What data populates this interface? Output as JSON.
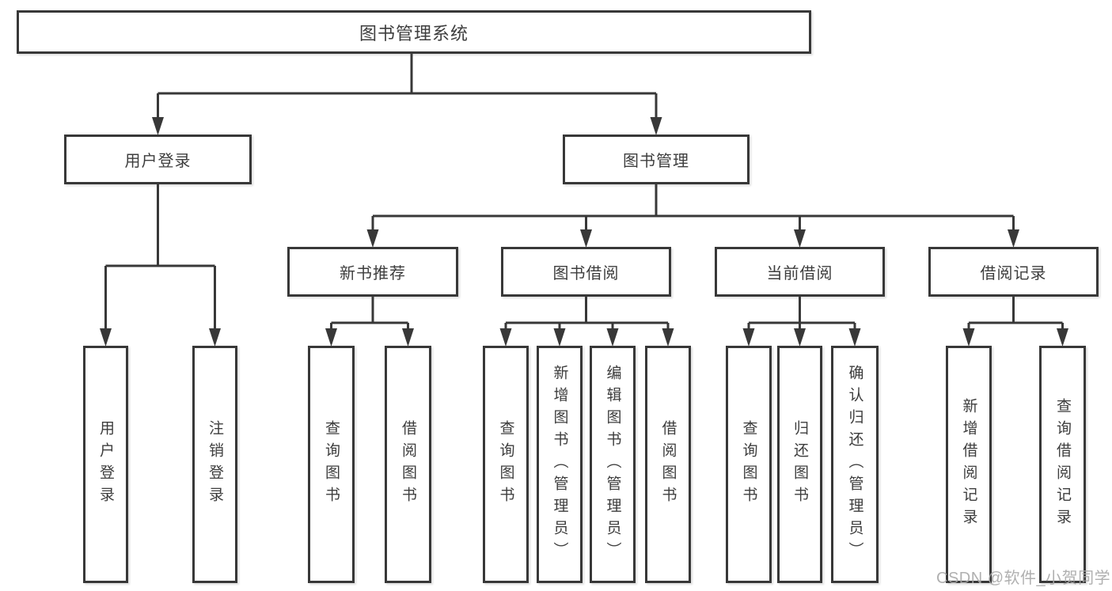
{
  "tree": {
    "root": {
      "label": "图书管理系统"
    },
    "branches": [
      {
        "label": "用户登录",
        "children": [
          {
            "label": "用户登录"
          },
          {
            "label": "注销登录"
          }
        ]
      },
      {
        "label": "图书管理",
        "children": [
          {
            "label": "新书推荐",
            "children": [
              {
                "label": "查询图书"
              },
              {
                "label": "借阅图书"
              }
            ]
          },
          {
            "label": "图书借阅",
            "children": [
              {
                "label": "查询图书"
              },
              {
                "label": "新增图书（管理员）"
              },
              {
                "label": "编辑图书（管理员）"
              },
              {
                "label": "借阅图书"
              }
            ]
          },
          {
            "label": "当前借阅",
            "children": [
              {
                "label": "查询图书"
              },
              {
                "label": "归还图书"
              },
              {
                "label": "确认归还（管理员）"
              }
            ]
          },
          {
            "label": "借阅记录",
            "children": [
              {
                "label": "新增借阅记录"
              },
              {
                "label": "查询借阅记录"
              }
            ]
          }
        ]
      }
    ]
  },
  "watermark": {
    "text": "CSDN @软件_小贺同学"
  },
  "colors": {
    "line": "#383838",
    "box_border": "#383838",
    "text": "#3d3d3d",
    "watermark": "#a8a8a8",
    "background": "#ffffff"
  }
}
